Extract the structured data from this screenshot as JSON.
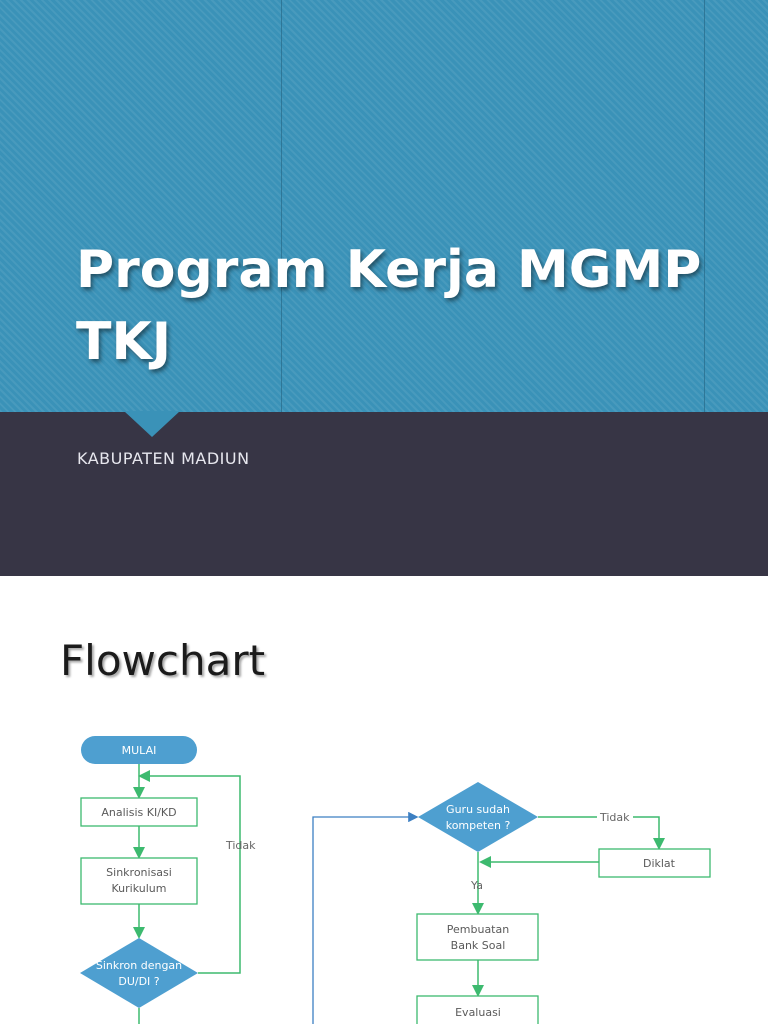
{
  "slide1": {
    "title_line1": "Program Kerja MGMP",
    "title_line2": "TKJ",
    "subtitle": "KABUPATEN MADIUN",
    "colors": {
      "top_band": "#3a92b8",
      "bottom_band": "#373545"
    }
  },
  "slide2": {
    "heading": "Flowchart",
    "flowchart": {
      "start": "MULAI",
      "analisis": "Analisis KI/KD",
      "sinkronisasi_1": "Sinkronisasi",
      "sinkronisasi_2": "Kurikulum",
      "sinkron_q_1": "Sinkron dengan",
      "sinkron_q_2": "DU/DI ?",
      "label_tidak_left": "Tidak",
      "guru_q_1": "Guru sudah",
      "guru_q_2": "kompeten ?",
      "label_tidak_right": "Tidak",
      "diklat": "Diklat",
      "label_ya": "Ya",
      "pembuatan_1": "Pembuatan",
      "pembuatan_2": "Bank Soal",
      "evaluasi": "Evaluasi"
    },
    "colors": {
      "node_fill": "#4e9fd0",
      "connector": "#3dba6f",
      "line_blue": "#3c7fc2"
    }
  }
}
